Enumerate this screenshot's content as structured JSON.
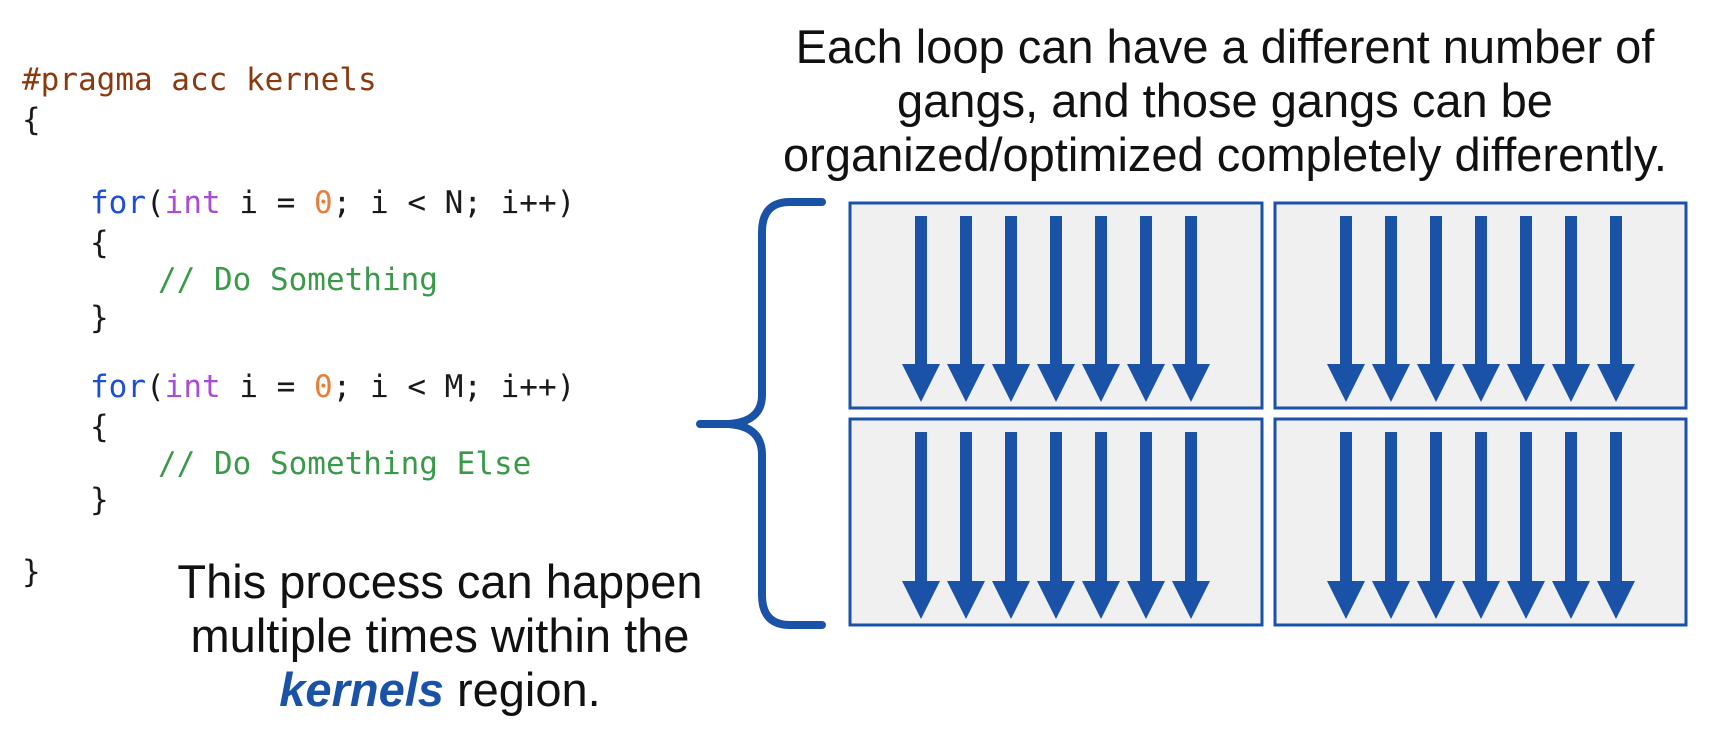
{
  "code": {
    "pragma": "#pragma acc kernels",
    "open_brace": "{",
    "loop1": {
      "for_kw": "for",
      "paren_open": "(",
      "int_kw": "int",
      "init_mid": " i = ",
      "zero": "0",
      "rest": "; i < N; i++)",
      "open": "{",
      "comment": "// Do Something",
      "close": "}"
    },
    "loop2": {
      "for_kw": "for",
      "paren_open": "(",
      "int_kw": "int",
      "init_mid": " i = ",
      "zero": "0",
      "rest": "; i < M; i++)",
      "open": "{",
      "comment": "// Do Something Else",
      "close": "}"
    },
    "close_brace": "}"
  },
  "captions": {
    "top_line1": "Each loop can have a different number of",
    "top_line2": "gangs, and those gangs can be",
    "top_line3": "organized/optimized completely differently.",
    "bottom_line1": "This process can happen",
    "bottom_line2": "multiple times within the",
    "bottom_kernels": "kernels",
    "bottom_region": " region."
  },
  "diagram": {
    "gang_blocks": 4,
    "arrows_per_block": 7,
    "colors": {
      "arrow": "#1a52a8",
      "box_fill": "#f0f0f0",
      "box_stroke": "#1a52a8",
      "brace": "#1a52a8"
    }
  }
}
